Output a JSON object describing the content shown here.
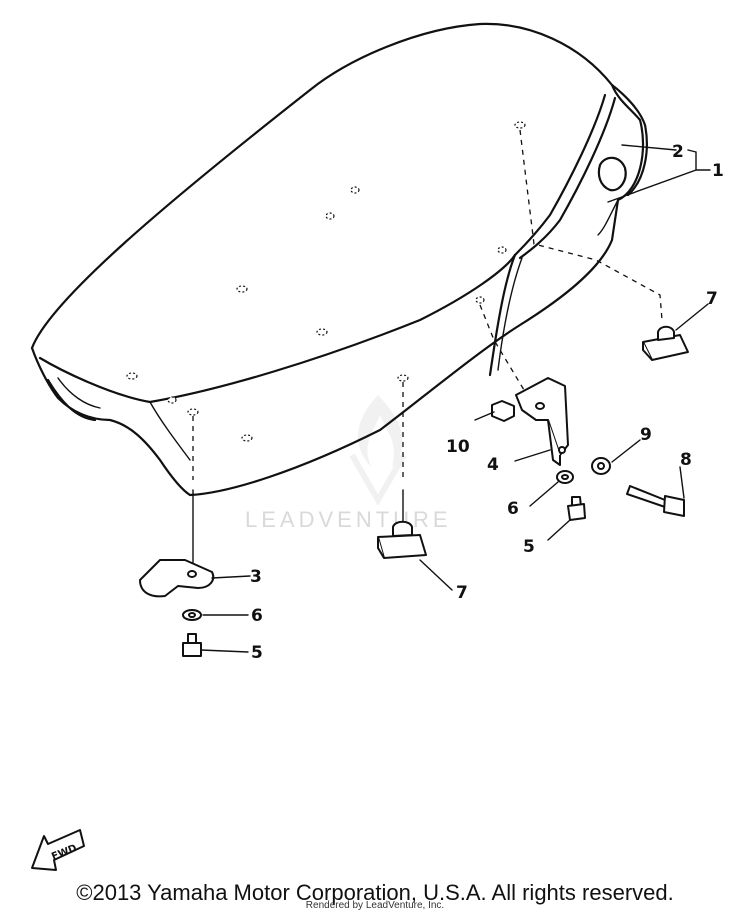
{
  "callouts": [
    "1",
    "2",
    "3",
    "4",
    "5",
    "5",
    "6",
    "6",
    "7",
    "7",
    "8",
    "9",
    "10"
  ],
  "watermark": "LEADVENTURE",
  "fwd_label": "FWD",
  "footer": {
    "copyright": "©2013 Yamaha Motor Corporation, U.S.A. All rights reserved.",
    "rendered_by": "Rendered by LeadVenture, Inc."
  }
}
